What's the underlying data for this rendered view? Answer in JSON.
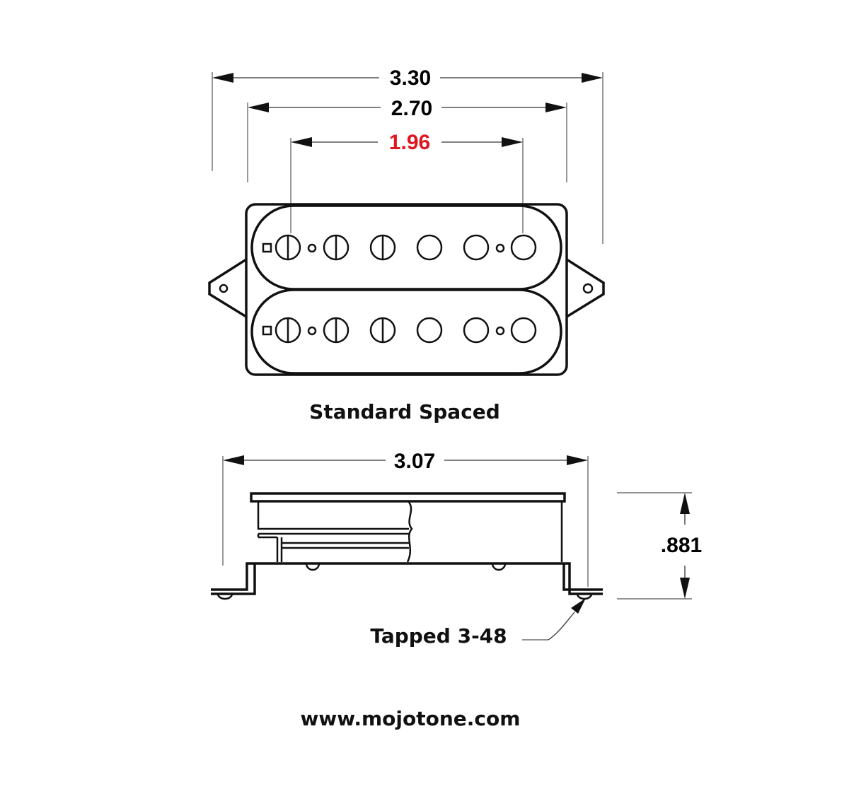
{
  "dimensions": {
    "overall_width": "3.30",
    "mount_width": "2.70",
    "pole_spacing": "1.96",
    "side_width": "3.07",
    "height": ".881"
  },
  "captions": {
    "spacing_label": "Standard Spaced",
    "tapped_label": "Tapped 3-48",
    "website": "www.mojotone.com"
  },
  "colors": {
    "highlight": "#e0161f",
    "line": "#111111"
  }
}
